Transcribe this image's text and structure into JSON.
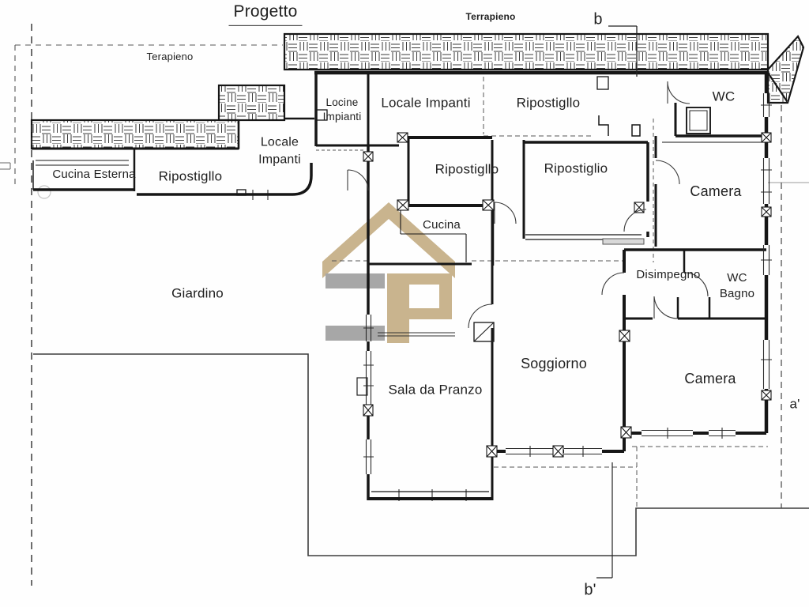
{
  "title": "Progetto",
  "site": {
    "terrapieno_left": "Terapieno",
    "terrapieno_right": "Terrapieno",
    "giardino": "Giardino"
  },
  "rooms": {
    "cucina_esterna": "Cucina Esterna",
    "ripostiglio_esterno": "Ripostigllo",
    "locale_impianti_esterno_line1": "Locale",
    "locale_impianti_esterno_line2": "Impanti",
    "locine_impianti_line1": "Locine",
    "locine_impianti_line2": "Impianti",
    "locale_impianti_top": "Locale Impanti",
    "ripostiglio_top": "Ripostigllo",
    "wc": "WC",
    "ripostiglio_centro_sx": "Ripostigllo",
    "ripostiglio_centro_dx": "Ripostiglio",
    "camera_nord": "Camera",
    "cucina": "Cucina",
    "disimpegno": "Disimpegno",
    "wc_bagno_line1": "WC",
    "wc_bagno_line2": "Bagno",
    "soggiorno": "Soggiorno",
    "sala_da_pranzo": "Sala da Pranzo",
    "camera_sud": "Camera"
  },
  "section_markers": {
    "b": "b",
    "b_prime": "b'",
    "a_prime": "a'"
  },
  "colors": {
    "watermark_tan": "#c7b189",
    "watermark_gray": "#a3a3a3",
    "wall": "#161616",
    "boundary": "#3d3d3d"
  }
}
